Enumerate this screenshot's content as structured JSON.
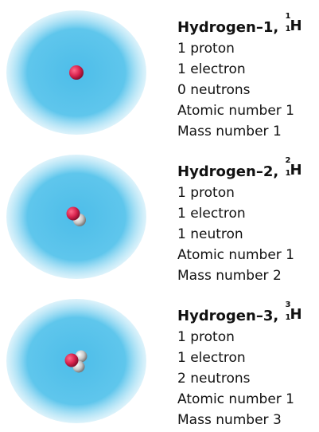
{
  "colors": {
    "cloud_inner": "#56c2ea",
    "cloud_outer": "#9fdcf4",
    "proton": "#d9234e",
    "neutron": "#c8c8c8"
  },
  "isotopes": [
    {
      "name": "Hydrogen–1,",
      "mass_number_sup": "1",
      "atomic_number_sub": "1",
      "symbol": "H",
      "protons": "1 proton",
      "electrons": "1 electron",
      "neutrons": "0 neutrons",
      "atomic_number": "Atomic number 1",
      "mass_number": "Mass number 1",
      "neutron_count": 0
    },
    {
      "name": "Hydrogen–2,",
      "mass_number_sup": "2",
      "atomic_number_sub": "1",
      "symbol": "H",
      "protons": "1 proton",
      "electrons": "1 electron",
      "neutrons": "1 neutron",
      "atomic_number": "Atomic number 1",
      "mass_number": "Mass number 2",
      "neutron_count": 1
    },
    {
      "name": "Hydrogen–3,",
      "mass_number_sup": "3",
      "atomic_number_sub": "1",
      "symbol": "H",
      "protons": "1 proton",
      "electrons": "1 electron",
      "neutrons": "2 neutrons",
      "atomic_number": "Atomic number 1",
      "mass_number": "Mass number 3",
      "neutron_count": 2
    }
  ]
}
